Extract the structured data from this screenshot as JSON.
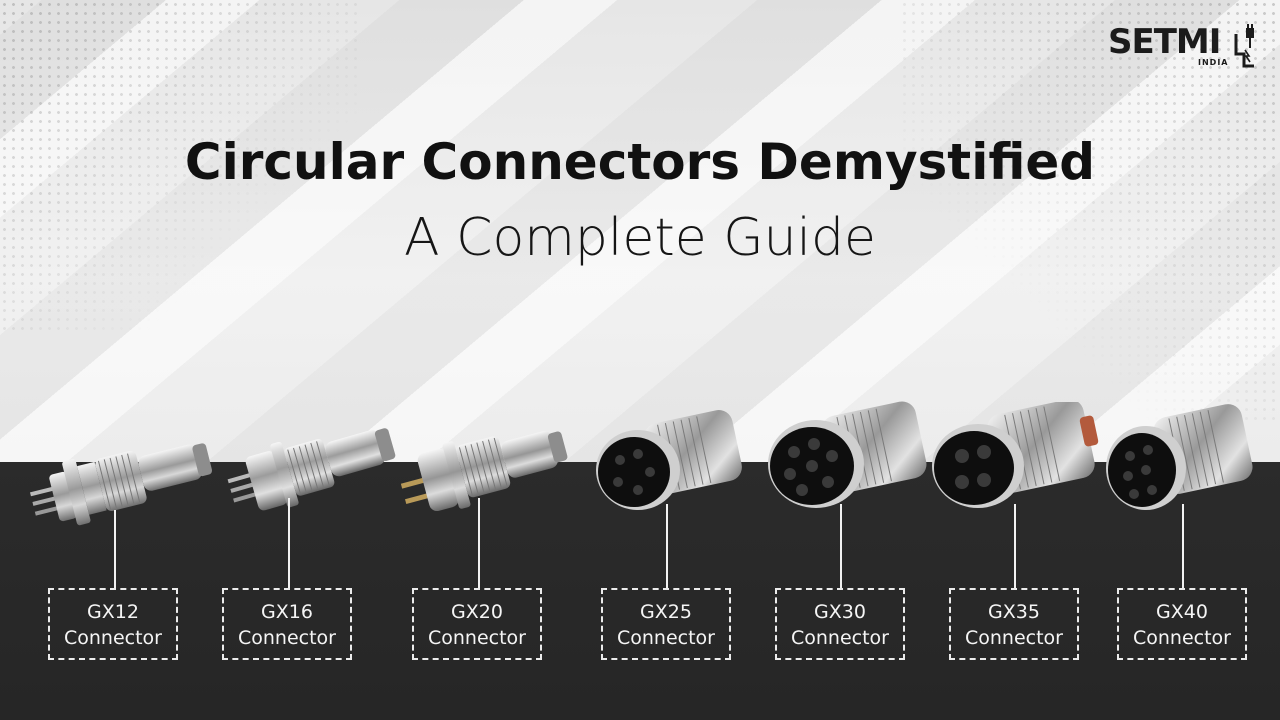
{
  "brand": {
    "logo_text": "SETMI",
    "logo_subtext": "INDIA"
  },
  "heading": {
    "title": "Circular Connectors Demystified",
    "subtitle": "A Complete Guide"
  },
  "connectors": [
    {
      "model": "GX12",
      "label": "Connector"
    },
    {
      "model": "GX16",
      "label": "Connector"
    },
    {
      "model": "GX20",
      "label": "Connector"
    },
    {
      "model": "GX25",
      "label": "Connector"
    },
    {
      "model": "GX30",
      "label": "Connector"
    },
    {
      "model": "GX35",
      "label": "Connector"
    },
    {
      "model": "GX40",
      "label": "Connector"
    }
  ],
  "colors": {
    "background_light": "#ececec",
    "background_dark": "#282828",
    "label_border": "#ececec",
    "title_text": "#111111",
    "label_text": "#f5f5f5"
  }
}
